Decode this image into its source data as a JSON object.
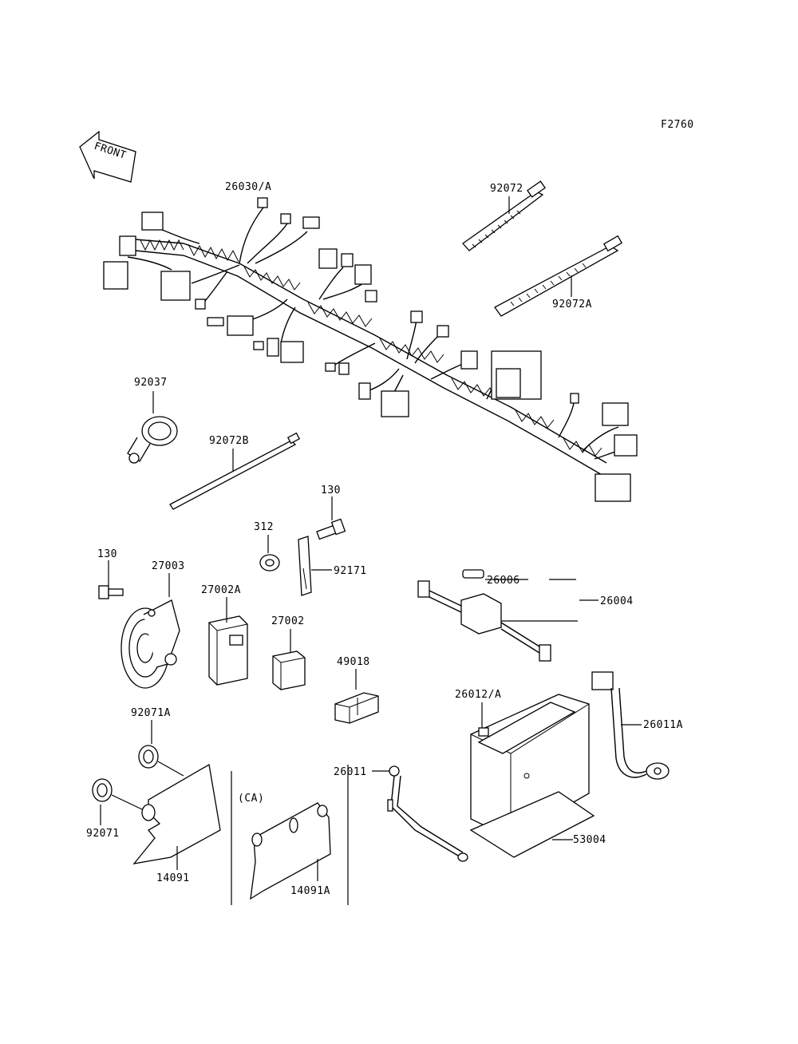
{
  "figure_code": "F2760",
  "front_arrow_text": "FRONT",
  "region_note": "(CA)",
  "labels": {
    "harness": "26030/A",
    "band_92072": "92072",
    "band_92072A": "92072A",
    "clamp_92037": "92037",
    "band_92072B": "92072B",
    "bolt_130_top": "130",
    "nut_312": "312",
    "bracket_92171": "92171",
    "bolt_130_left": "130",
    "horn_27003": "27003",
    "relay_27002A": "27002A",
    "relay_27002": "27002",
    "fuse_26006": "26006",
    "fuse_holder_26004": "26004",
    "connector_49018": "49018",
    "battery_26012A": "26012/A",
    "cable_26011A": "26011A",
    "cap_92071A": "92071A",
    "cap_92071": "92071",
    "cable_26011": "26011",
    "cover_14091": "14091",
    "cover_14091A": "14091A",
    "sheet_53004": "53004"
  }
}
